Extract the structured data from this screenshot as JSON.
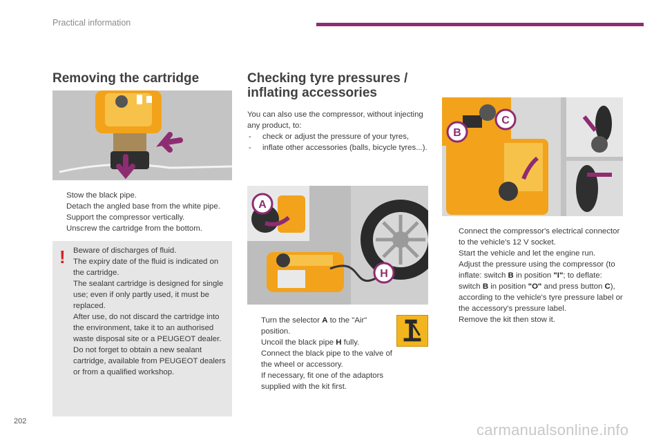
{
  "header": {
    "section": "Practical information",
    "accent_color": "#8e2c72"
  },
  "left": {
    "title": "Removing the cartridge",
    "steps": [
      "Stow the black pipe.",
      "Detach the angled base from the white pipe.",
      "Support the compressor vertically.",
      "Unscrew the cartridge from the bottom."
    ],
    "warning": {
      "icon": "exclamation-icon",
      "lines": [
        "Beware of discharges of fluid.",
        "The expiry date of the fluid is indicated on the cartridge.",
        "The sealant cartridge is designed for single use; even if only partly used, it must be replaced.",
        "After use, do not discard the cartridge into the environment, take it to an authorised waste disposal site or a PEUGEOT dealer.",
        "Do not forget to obtain a new sealant cartridge, available from PEUGEOT dealers or from a qualified workshop."
      ]
    }
  },
  "middle": {
    "title_line1": "Checking tyre pressures /",
    "title_line2": "inflating accessories",
    "intro": "You can also use the compressor, without injecting any product, to:",
    "uses": [
      "check or adjust the pressure of your tyres,",
      "inflate other accessories (balls, bicycle tyres...)."
    ],
    "figure_labels": {
      "a": "A",
      "h": "H"
    },
    "steps": {
      "s1_pre": "Turn the selector ",
      "s1_bold": "A",
      "s1_post": " to the \"Air\" position.",
      "s2_pre": "Uncoil the black pipe ",
      "s2_bold": "H",
      "s2_post": " fully.",
      "s3": "Connect the black pipe to the valve of the wheel or accessory.",
      "s3_extra": "If necessary, fit one of the adaptors supplied with the kit first."
    }
  },
  "right": {
    "figure_labels": {
      "b": "B",
      "c": "C"
    },
    "steps": {
      "s1": "Connect the compressor's electrical connector to the vehicle's 12 V socket.",
      "s2": "Start the vehicle and let the engine run.",
      "s3_a": "Adjust the pressure using the compressor (to inflate: switch ",
      "s3_b": "B",
      "s3_c": " in position ",
      "s3_d": "\"I\"",
      "s3_e": "; to deflate: switch ",
      "s3_f": "B",
      "s3_g": " in position ",
      "s3_h": "\"O\"",
      "s3_i": " and press button ",
      "s3_j": "C",
      "s3_k": "), according to the vehicle's tyre pressure label or the accessory's pressure label.",
      "s4": "Remove the kit then stow it."
    }
  },
  "bullet_glyph": "",
  "dash_glyph": "-",
  "page_number": "202",
  "watermark": "carmanualsonline.info"
}
